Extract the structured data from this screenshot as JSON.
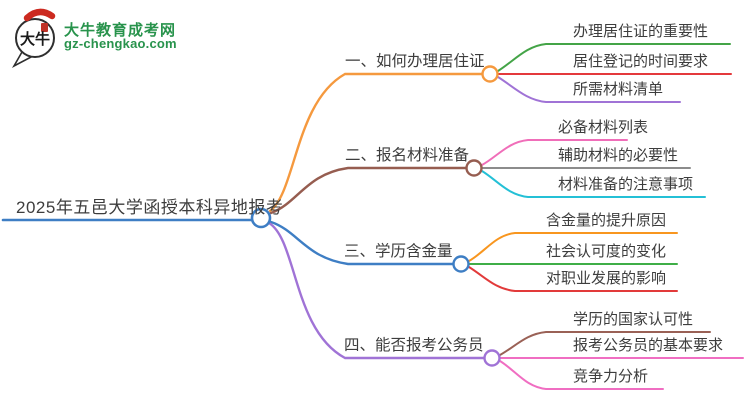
{
  "logo": {
    "icon_text": "大牛",
    "site_name": "大牛教育成考网",
    "site_url": "gz-chengkao.com",
    "brand_color": "#28934c"
  },
  "root": {
    "label": "2025年五邑大学函授本科异地报考",
    "color": "#3e7ec4"
  },
  "branches": [
    {
      "label": "一、如何办理居住证",
      "color": "#f5993e",
      "children": [
        {
          "label": "办理居住证的重要性",
          "color": "#44a447"
        },
        {
          "label": "居住登记的时间要求",
          "color": "#e4393c"
        },
        {
          "label": "所需材料清单",
          "color": "#a073d6"
        }
      ]
    },
    {
      "label": "二、报名材料准备",
      "color": "#965d50",
      "children": [
        {
          "label": "必备材料列表",
          "color": "#f06eb9"
        },
        {
          "label": "辅助材料的必要性",
          "color": "#8c8c8c"
        },
        {
          "label": "材料准备的注意事项",
          "color": "#24c0d6"
        }
      ]
    },
    {
      "label": "三、学历含金量",
      "color": "#3e7ec4",
      "children": [
        {
          "label": "含金量的提升原因",
          "color": "#f8961f"
        },
        {
          "label": "社会认可度的变化",
          "color": "#3fae47"
        },
        {
          "label": "对职业发展的影响",
          "color": "#e23a3a"
        }
      ]
    },
    {
      "label": "四、能否报考公务员",
      "color": "#a073d6",
      "children": [
        {
          "label": "学历的国家认可性",
          "color": "#9a6156"
        },
        {
          "label": "报考公务员的基本要求",
          "color": "#f06ec2"
        },
        {
          "label": "竞争力分析",
          "color": "#f06ec2"
        }
      ]
    }
  ]
}
